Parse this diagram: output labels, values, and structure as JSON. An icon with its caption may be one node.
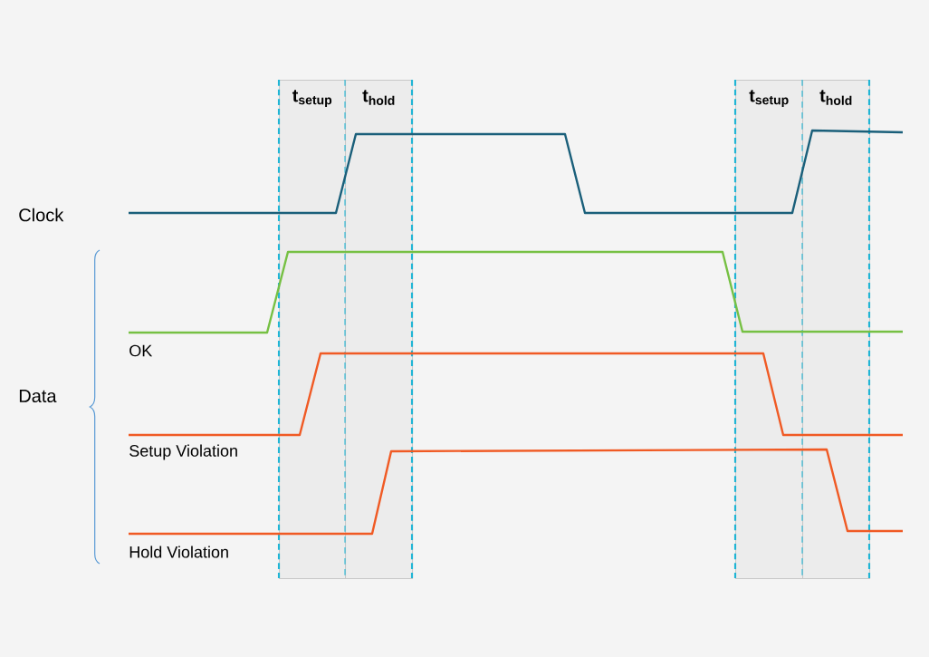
{
  "diagram": {
    "nodes": [
      {
        "text": [
          "t$_{setup}$"
        ]
      },
      {
        "text": [
          "t$_{hold}$"
        ]
      },
      {
        "text": [
          "t$_{setup}$"
        ]
      },
      {
        "text": [
          "t$_{hold}$"
        ]
      }
    ],
    "labels": [
      "Clock",
      "OK",
      "Data",
      "Setup Violation",
      "Hold Violation"
    ]
  }
}
